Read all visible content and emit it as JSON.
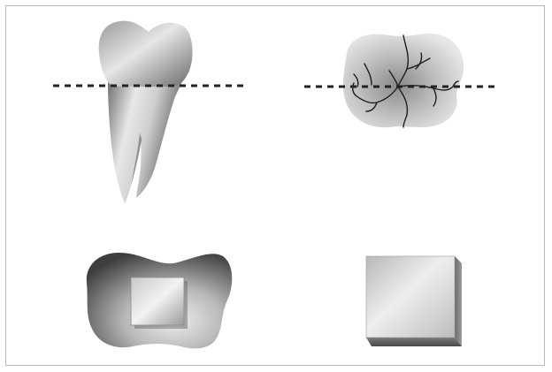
{
  "figure": {
    "panels": [
      {
        "id": "tooth-side-view",
        "shows": "molar-tooth-with-section-line"
      },
      {
        "id": "tooth-occlusal-view",
        "shows": "tooth-crown-top-with-fissures-and-section-line"
      },
      {
        "id": "tooth-cross-section",
        "shows": "tooth-section-with-square-specimen"
      },
      {
        "id": "specimen-block",
        "shows": "square-block-specimen"
      }
    ],
    "colors": {
      "border": "#b9b9b9",
      "section_line": "#222222",
      "fissure": "#1e1e1e"
    }
  }
}
